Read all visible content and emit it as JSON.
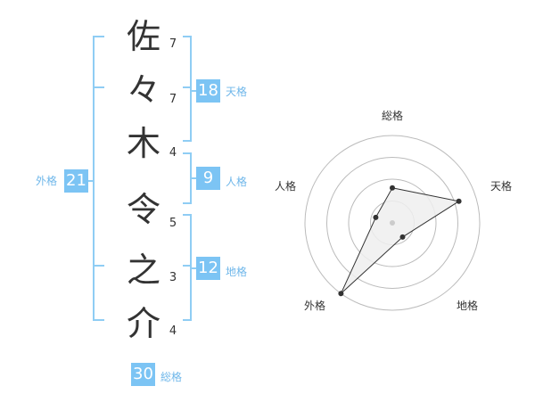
{
  "name_chars": [
    {
      "char": "佐",
      "strokes": "7"
    },
    {
      "char": "々",
      "strokes": "7"
    },
    {
      "char": "木",
      "strokes": "4"
    },
    {
      "char": "令",
      "strokes": "5"
    },
    {
      "char": "之",
      "strokes": "3"
    },
    {
      "char": "介",
      "strokes": "4"
    }
  ],
  "fortunes": {
    "tenkaku": {
      "label": "天格",
      "value": "18"
    },
    "jinkaku": {
      "label": "人格",
      "value": "9"
    },
    "chikaku": {
      "label": "地格",
      "value": "12"
    },
    "gaikaku": {
      "label": "外格",
      "value": "21"
    },
    "soukaku": {
      "label": "総格",
      "value": "30"
    }
  },
  "radar": {
    "axes": [
      "総格",
      "天格",
      "地格",
      "外格",
      "人格"
    ],
    "levels": 4,
    "values": [
      2,
      4,
      1,
      5,
      1
    ],
    "max": 5
  },
  "colors": {
    "accent": "#7cc4f4",
    "accent_text": "#6fb7ea",
    "bracket": "#8fcdf4",
    "text": "#333333",
    "grid": "#bbbbbb",
    "fill": "#efefef"
  }
}
